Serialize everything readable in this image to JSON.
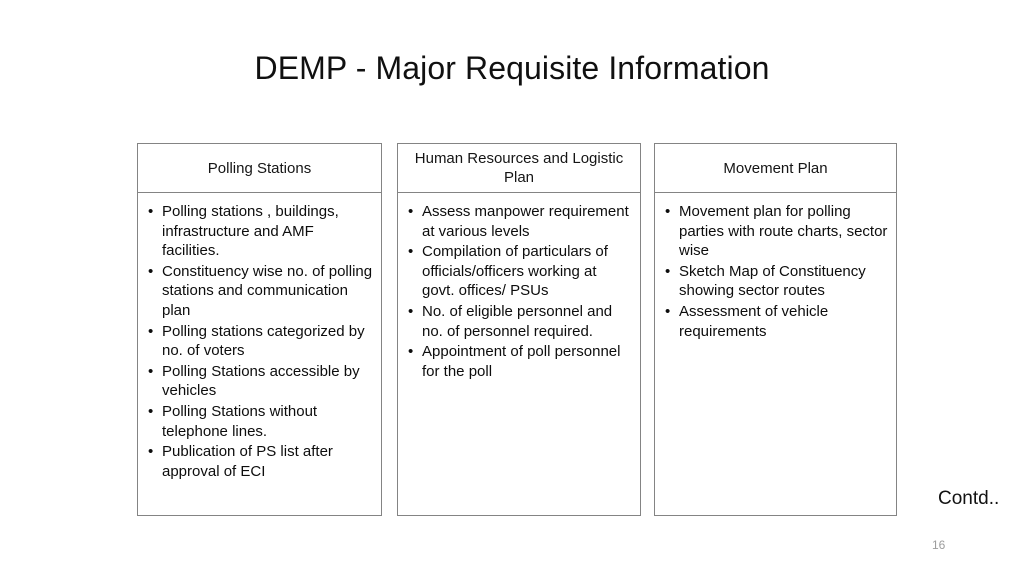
{
  "slide": {
    "title": "DEMP - Major Requisite Information",
    "continuation_label": "Contd..",
    "page_number": "16",
    "border_color": "#848484",
    "page_number_color": "#9d9d9d"
  },
  "columns": [
    {
      "header": "Polling Stations",
      "items": [
        "Polling stations , buildings, infrastructure and AMF facilities.",
        "Constituency wise no. of polling stations and communication plan",
        "Polling stations categorized by no. of voters",
        "Polling Stations accessible by vehicles",
        "Polling Stations without telephone lines.",
        "Publication of PS list after approval of ECI"
      ]
    },
    {
      "header": "Human Resources and Logistic Plan",
      "items": [
        "Assess manpower requirement at various levels",
        "Compilation of particulars of officials/officers working at govt. offices/ PSUs",
        "No. of eligible personnel and no. of personnel required.",
        "Appointment of poll personnel for the poll"
      ]
    },
    {
      "header": "Movement Plan",
      "items": [
        "Movement plan for polling parties with route charts, sector wise",
        "Sketch Map of Constituency showing sector routes",
        "Assessment of vehicle requirements"
      ]
    }
  ]
}
